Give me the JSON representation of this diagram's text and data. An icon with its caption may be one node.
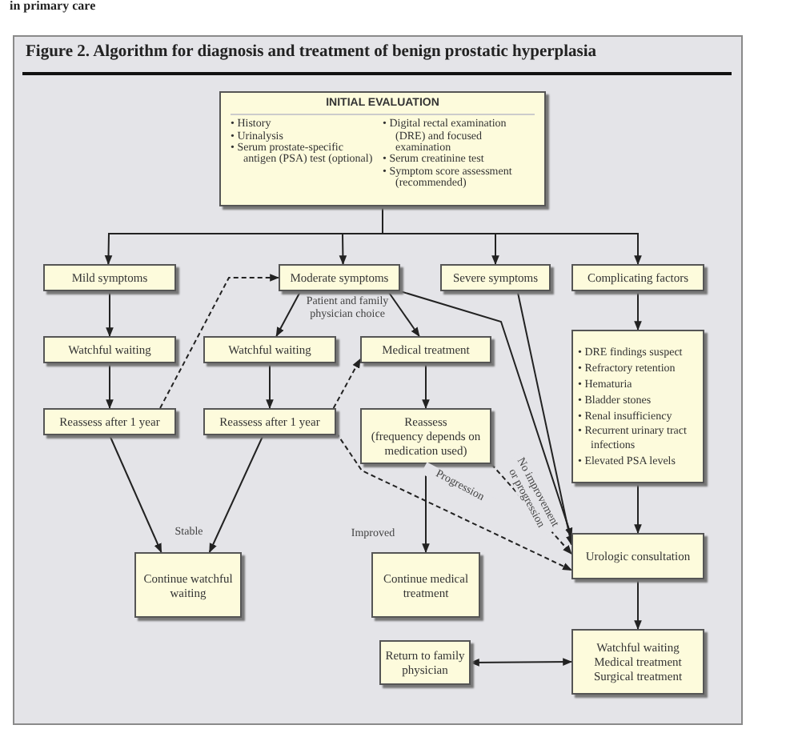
{
  "diagram": {
    "title": "Figure 2. Algorithm for diagnosis and treatment of benign prostatic hyperplasia",
    "nodes": [
      {
        "text": [
          "INITIAL EVALUATION",
          "• History",
          "• Urinalysis",
          "• Serum prostate-specific antigen (PSA) test (optional)",
          "• Digital rectal examination (DRE) and focused examination",
          "• Serum creatinine test",
          "• Symptom score assessment (recommended)"
        ]
      },
      {
        "text": [
          "Mild symptoms"
        ]
      },
      {
        "text": [
          "Moderate symptoms"
        ]
      },
      {
        "text": [
          "Severe symptoms"
        ]
      },
      {
        "text": [
          "Complicating factors"
        ]
      },
      {
        "text": [
          "Watchful waiting"
        ]
      },
      {
        "text": [
          "Watchful waiting"
        ]
      },
      {
        "text": [
          "Medical treatment"
        ]
      },
      {
        "text": [
          "Reassess after 1 year"
        ]
      },
      {
        "text": [
          "Reassess after 1 year"
        ]
      },
      {
        "text": [
          "Reassess",
          "(frequency depends on medication used)"
        ]
      },
      {
        "text": [
          "• DRE findings suspect",
          "• Refractory retention",
          "• Hematuria",
          "• Bladder stones",
          "• Renal insufficiency",
          "• Recurrent urinary tract infections",
          "• Elevated PSA levels"
        ]
      },
      {
        "text": [
          "Continue watchful waiting"
        ]
      },
      {
        "text": [
          "Continue medical treatment"
        ]
      },
      {
        "text": [
          "Urologic consultation"
        ]
      },
      {
        "text": [
          "Return to family physician"
        ]
      },
      {
        "text": [
          "Watchful waiting",
          "Medical treatment",
          "Surgical treatment"
        ]
      }
    ],
    "edges": [
      {
        "from": 0,
        "to": 1,
        "arrow": "to"
      },
      {
        "from": 0,
        "to": 2,
        "arrow": "to"
      },
      {
        "from": 0,
        "to": 3,
        "arrow": "to"
      },
      {
        "from": 0,
        "to": 4,
        "arrow": "to"
      },
      {
        "from": 1,
        "to": 5,
        "arrow": "to"
      },
      {
        "from": 5,
        "to": 8,
        "arrow": "to"
      },
      {
        "from": 8,
        "to": 2,
        "arrow": "to",
        "style": "dashed"
      },
      {
        "from": 2,
        "to": 6,
        "arrow": "to"
      },
      {
        "from": 2,
        "to": 7,
        "arrow": "to"
      },
      {
        "from": 6,
        "to": 9,
        "arrow": "to"
      },
      {
        "from": 9,
        "to": 7,
        "arrow": "to",
        "style": "dashed"
      },
      {
        "from": 7,
        "to": 10,
        "arrow": "to"
      },
      {
        "from": 8,
        "to": 12,
        "arrow": "to"
      },
      {
        "from": 9,
        "to": 12,
        "arrow": "to"
      },
      {
        "from": 10,
        "to": 13,
        "arrow": "to",
        "label": "Improved"
      },
      {
        "from": 9,
        "to": 14,
        "arrow": "to",
        "style": "dashed",
        "label": "Progression"
      },
      {
        "from": 10,
        "to": 14,
        "arrow": "to",
        "style": "dashed",
        "label": "No improvement or progression"
      },
      {
        "from": 2,
        "to": 14,
        "arrow": "to"
      },
      {
        "from": 3,
        "to": 14,
        "arrow": "to"
      },
      {
        "from": 4,
        "to": 11,
        "arrow": "to"
      },
      {
        "from": 11,
        "to": 14,
        "arrow": "to"
      },
      {
        "from": 14,
        "to": 16,
        "arrow": "to"
      },
      {
        "from": 15,
        "to": 16,
        "arrow": "both"
      }
    ],
    "labels": [
      "in primary care",
      "Patient and family physician choice",
      "Stable"
    ]
  }
}
